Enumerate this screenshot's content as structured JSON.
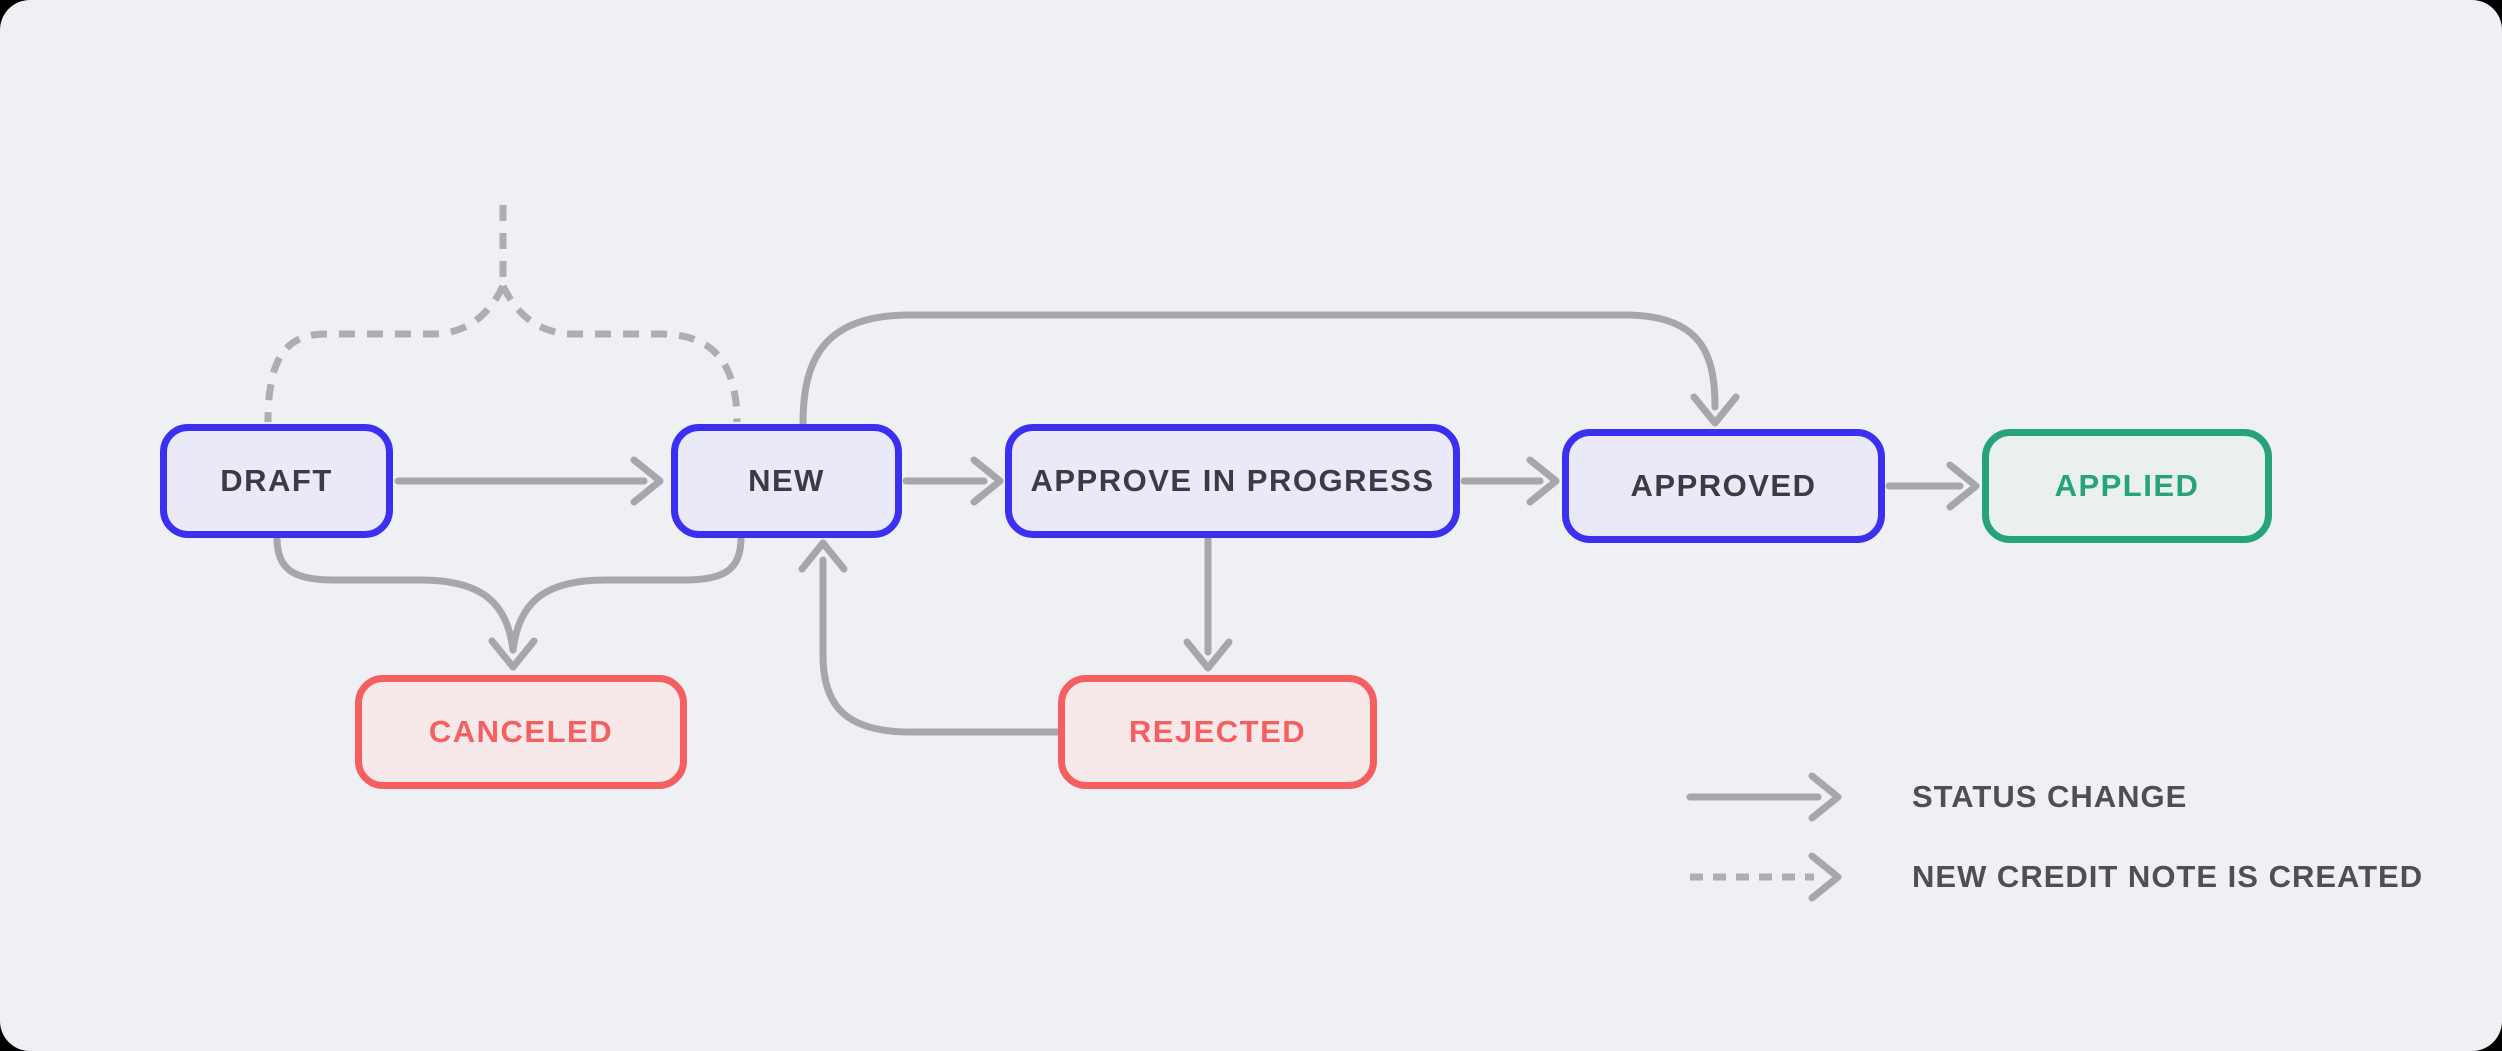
{
  "diagram": {
    "nodes": [
      {
        "id": "draft",
        "label": "DRAFT",
        "style": "primary"
      },
      {
        "id": "new",
        "label": "NEW",
        "style": "primary"
      },
      {
        "id": "approve_in_progress",
        "label": "APPROVE IN PROGRESS",
        "style": "primary"
      },
      {
        "id": "approved",
        "label": "APPROVED",
        "style": "primary"
      },
      {
        "id": "applied",
        "label": "APPLIED",
        "style": "success"
      },
      {
        "id": "canceled",
        "label": "CANCELED",
        "style": "danger"
      },
      {
        "id": "rejected",
        "label": "REJECTED",
        "style": "danger"
      }
    ],
    "edges": [
      {
        "from": "draft",
        "to": "new",
        "type": "status-change"
      },
      {
        "from": "new",
        "to": "approve_in_progress",
        "type": "status-change"
      },
      {
        "from": "approve_in_progress",
        "to": "approved",
        "type": "status-change"
      },
      {
        "from": "new",
        "to": "approved",
        "type": "status-change"
      },
      {
        "from": "approved",
        "to": "applied",
        "type": "status-change"
      },
      {
        "from": "approve_in_progress",
        "to": "rejected",
        "type": "status-change"
      },
      {
        "from": "rejected",
        "to": "new",
        "type": "status-change"
      },
      {
        "from": "draft",
        "to": "canceled",
        "type": "status-change"
      },
      {
        "from": "new",
        "to": "canceled",
        "type": "status-change"
      },
      {
        "from": "draft",
        "to": "outside",
        "type": "new-credit-note-is-created"
      },
      {
        "from": "new",
        "to": "outside",
        "type": "new-credit-note-is-created"
      }
    ],
    "legend": {
      "items": [
        {
          "line_style": "solid",
          "label": "STATUS CHANGE"
        },
        {
          "line_style": "dashed",
          "label": "NEW CREDIT NOTE IS CREATED"
        }
      ]
    },
    "colors": {
      "background": "#eef0f4",
      "primary_border": "#3b2ff2",
      "primary_fill": "#e9e9f8",
      "primary_text": "#3b3b42",
      "danger_border": "#f65f60",
      "danger_fill": "#f7e8ea",
      "danger_text": "#f65f60",
      "success_border": "#27a37c",
      "success_fill": "#e9f0ed",
      "success_text": "#27a37c",
      "connector": "#a6a7ab",
      "legend_text": "#4e4e53"
    }
  }
}
